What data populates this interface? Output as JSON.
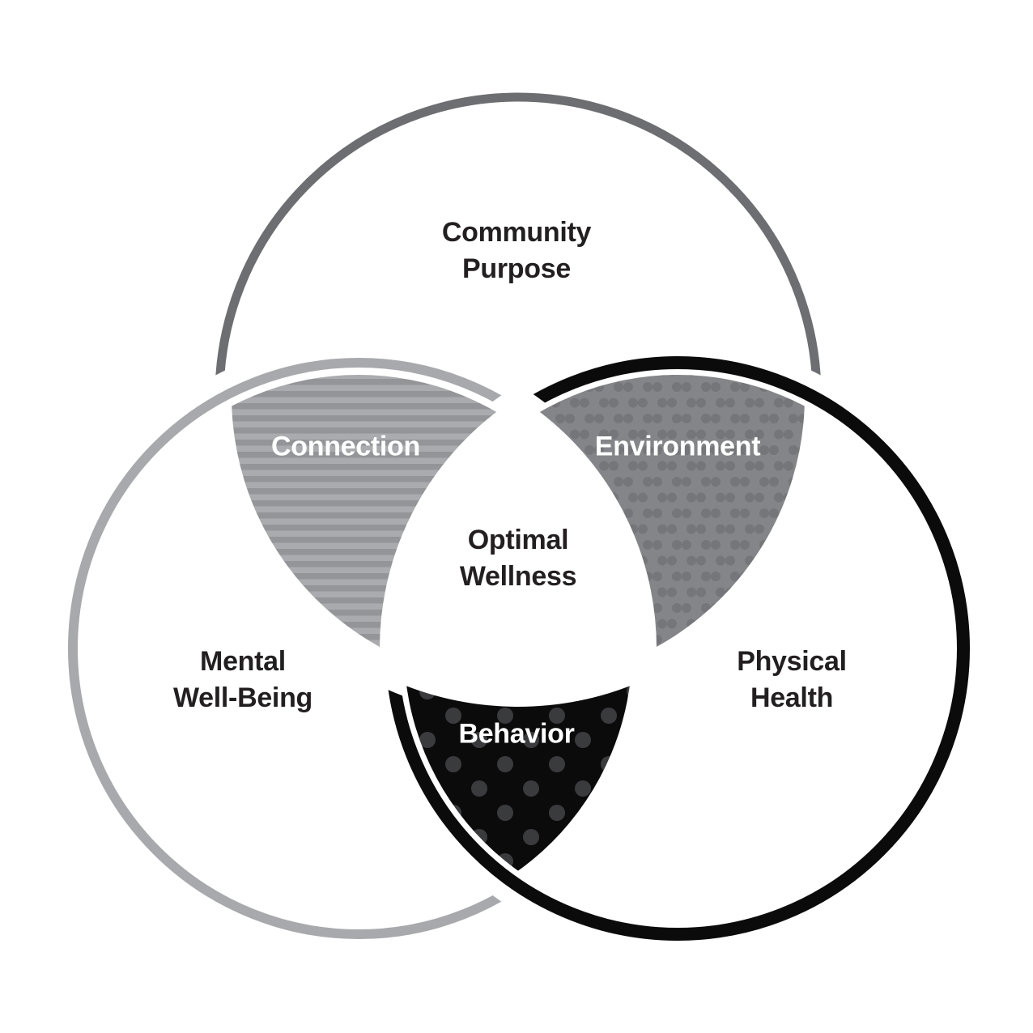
{
  "venn": {
    "description": "Three-circle Venn diagram of wellness domains",
    "sets": [
      {
        "name": "Community Purpose",
        "outline_color": "#6d6e71",
        "fill": "white"
      },
      {
        "name": "Mental Well-Being",
        "outline_color": "#a7a9ac",
        "fill": "white"
      },
      {
        "name": "Physical Health",
        "outline_color": "#0b0b0c",
        "fill": "white"
      }
    ],
    "overlaps": [
      {
        "name": "Connection",
        "between": [
          "Community Purpose",
          "Mental Well-Being"
        ],
        "fill_pattern": "horizontal-gray-stripes",
        "text_color": "#ffffff"
      },
      {
        "name": "Environment",
        "between": [
          "Community Purpose",
          "Physical Health"
        ],
        "fill_pattern": "gray-paired-dots",
        "text_color": "#ffffff"
      },
      {
        "name": "Behavior",
        "between": [
          "Mental Well-Being",
          "Physical Health"
        ],
        "fill_pattern": "black-polka-dots",
        "text_color": "#ffffff"
      },
      {
        "name": "Optimal Wellness",
        "between": [
          "Community Purpose",
          "Mental Well-Being",
          "Physical Health"
        ],
        "fill_pattern": "white",
        "text_color": "#231f20"
      }
    ]
  },
  "labels": {
    "community": {
      "line1": "Community",
      "line2": "Purpose"
    },
    "mental": {
      "line1": "Mental",
      "line2": "Well-Being"
    },
    "physical": {
      "line1": "Physical",
      "line2": "Health"
    },
    "optimal": {
      "line1": "Optimal",
      "line2": "Wellness"
    },
    "connection": {
      "text": "Connection"
    },
    "environment": {
      "text": "Environment"
    },
    "behavior": {
      "text": "Behavior"
    }
  },
  "colors": {
    "background": "#ffffff",
    "community_outline": "#6d6e71",
    "mental_outline": "#a7a9ac",
    "physical_outline": "#0b0b0c",
    "stripe_light": "#a9abae",
    "stripe_dark": "#939598",
    "env_bg": "#838588",
    "env_dot": "#747679",
    "behavior_bg": "#0b0b0c",
    "behavior_dot": "#3a3b3d",
    "text_dark": "#231f20",
    "text_light": "#ffffff"
  }
}
